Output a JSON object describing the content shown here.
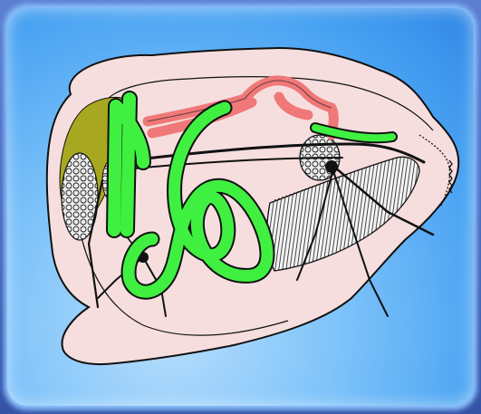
{
  "colors": {
    "background": "#3e5fb0",
    "card": "#5fb0f5",
    "body": "#f7dede",
    "outline": "#111111",
    "green_structure": "#3ff040",
    "red_structure": "#f07878",
    "olive_structure": "#a8a820",
    "mesh_fill": "#dcdcdc"
  },
  "structures": [
    {
      "icon": "body-outline"
    },
    {
      "icon": "green-tubular-structure"
    },
    {
      "icon": "red-branched-structure"
    },
    {
      "icon": "olive-gland-structure"
    },
    {
      "icon": "meshed-cluster"
    },
    {
      "icon": "striated-muscle-band"
    },
    {
      "icon": "black-nerve-network"
    }
  ]
}
